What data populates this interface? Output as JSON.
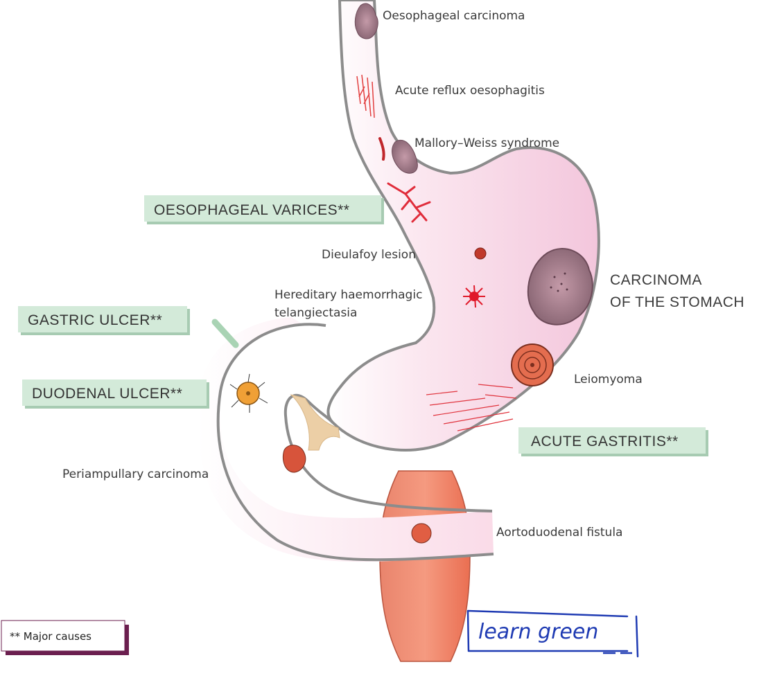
{
  "lesions": {
    "oesophageal_carcinoma": "Oesophageal carcinoma",
    "acute_reflux_oesophagitis": "Acute reflux oesophagitis",
    "mallory_weiss": "Mallory–Weiss syndrome",
    "dieulafoy": "Dieulafoy  lesion",
    "hht_line1": "Hereditary haemorrhagic",
    "hht_line2": "telangiectasia",
    "carcinoma_stomach_line1": "CARCINOMA",
    "carcinoma_stomach_line2": "OF THE STOMACH",
    "leiomyoma": "Leiomyoma",
    "periampullary": "Periampullary  carcinoma",
    "aortoduodenal": "Aortoduodenal fistula"
  },
  "major_causes": {
    "varices": "OESOPHAGEAL VARICES**",
    "gastric_ulcer": "GASTRIC ULCER**",
    "duodenal_ulcer": "DUODENAL ULCER**",
    "acute_gastritis": "ACUTE GASTRITIS**"
  },
  "legend": "** Major causes",
  "annotation": "learn  green",
  "colors": {
    "organ_fill": "#f6d3e4",
    "organ_outline": "#8c8c8c",
    "green_box": "#d3ead9",
    "aorta": "#ef7f63",
    "annotation_ink": "#1f3bb3",
    "legend_border": "#6b1f4f"
  }
}
